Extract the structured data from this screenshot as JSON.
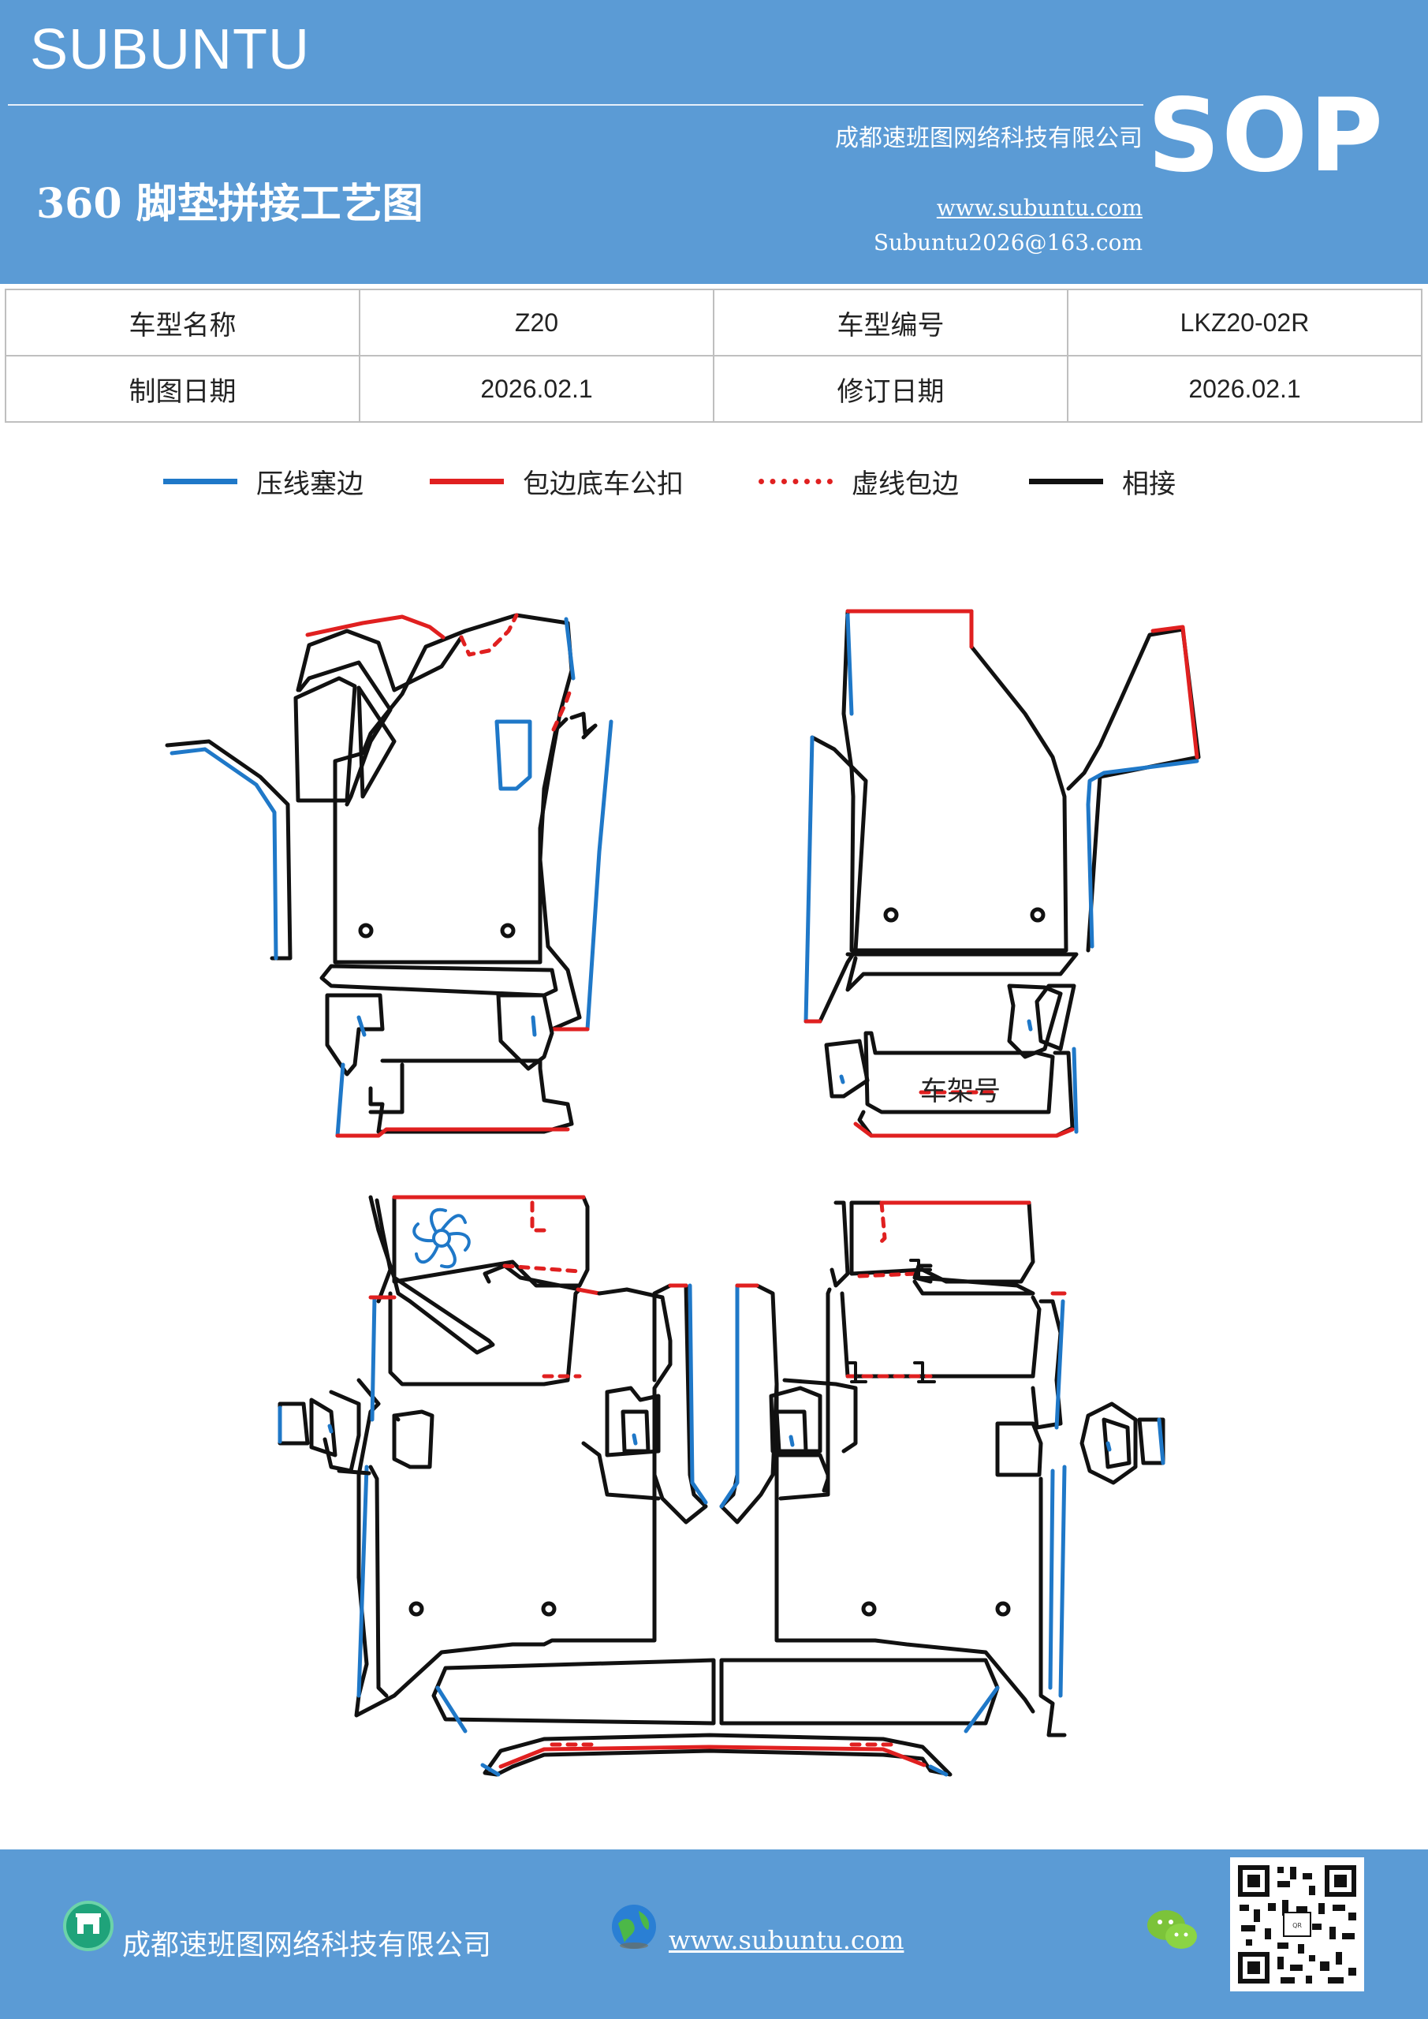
{
  "header": {
    "brand": "SUBUNTU",
    "company": "成都速班图网络科技有限公司",
    "title": "360 脚垫拼接工艺图",
    "website": "www.subuntu.com",
    "email": "Subuntu2026@163.com",
    "sop": "SOP"
  },
  "info_table": {
    "rows": [
      [
        "车型名称",
        "Z20",
        "车型编号",
        "LKZ20-02R"
      ],
      [
        "制图日期",
        "2026.02.1",
        "修订日期",
        "2026.02.1"
      ]
    ]
  },
  "legend": [
    {
      "label": "压线塞边",
      "color": "#1f78c8",
      "style": "solid"
    },
    {
      "label": "包边底车公扣",
      "color": "#e02020",
      "style": "solid"
    },
    {
      "label": "虚线包边",
      "color": "#e02020",
      "style": "dotted"
    },
    {
      "label": "相接",
      "color": "#111111",
      "style": "solid"
    }
  ],
  "diagram": {
    "frame_label": "车架号",
    "colors": {
      "press": "#1f78c8",
      "bind": "#e02020",
      "join": "#111111"
    }
  },
  "footer": {
    "company": "成都速班图网络科技有限公司",
    "website": "www.subuntu.com",
    "icons": [
      "building-icon",
      "globe-icon",
      "wechat-icon",
      "qr-code"
    ]
  }
}
